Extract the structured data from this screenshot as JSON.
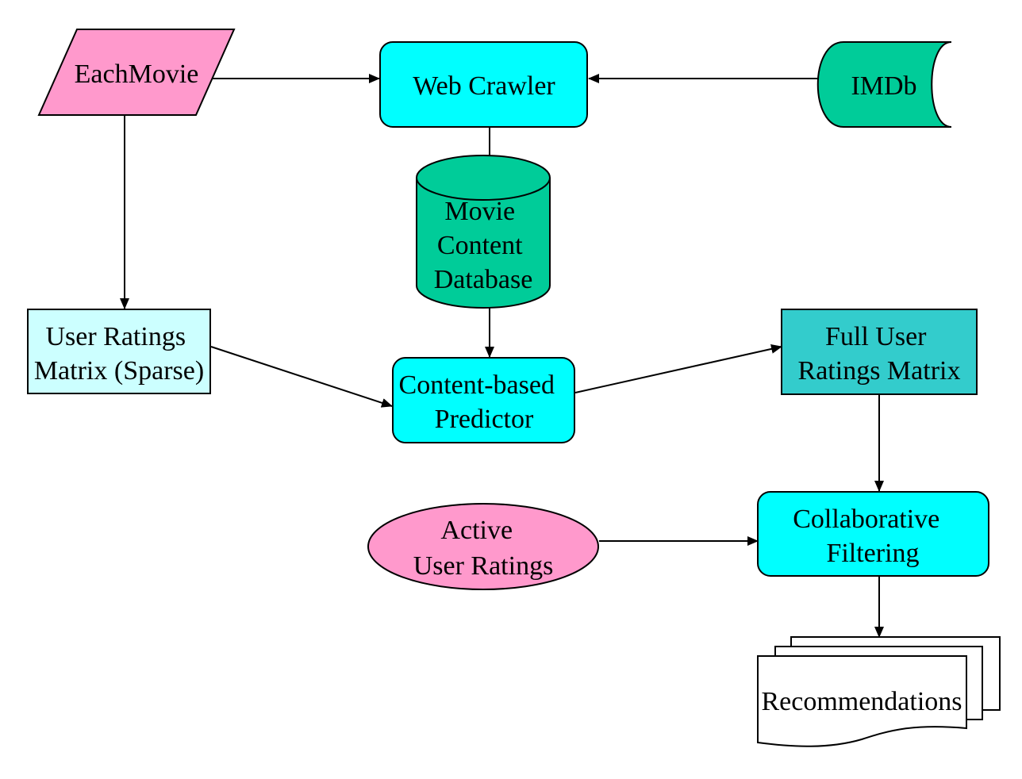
{
  "nodes": {
    "eachmovie": {
      "lines": [
        "EachMovie"
      ],
      "shape": "parallelogram",
      "fill": "#FF99CC"
    },
    "web_crawler": {
      "lines": [
        "Web Crawler"
      ],
      "shape": "rounded-rectangle",
      "fill": "#00FFFF"
    },
    "imdb": {
      "lines": [
        "IMDb"
      ],
      "shape": "stored-data",
      "fill": "#00CC99"
    },
    "movie_content_db": {
      "lines": [
        "Movie",
        "Content",
        "Database"
      ],
      "shape": "cylinder",
      "fill": "#00CC99"
    },
    "user_ratings_sparse": {
      "lines": [
        "User Ratings",
        "Matrix (Sparse)"
      ],
      "shape": "rectangle",
      "fill": "#CCFFFF"
    },
    "content_predictor": {
      "lines": [
        "Content-based",
        "Predictor"
      ],
      "shape": "rounded-rectangle",
      "fill": "#00FFFF"
    },
    "full_user_ratings": {
      "lines": [
        "Full User",
        "Ratings Matrix"
      ],
      "shape": "rectangle",
      "fill": "#33CCCC"
    },
    "active_user_ratings": {
      "lines": [
        "Active",
        "User Ratings"
      ],
      "shape": "ellipse",
      "fill": "#FF99CC"
    },
    "collaborative_filtering": {
      "lines": [
        "Collaborative",
        "Filtering"
      ],
      "shape": "rounded-rectangle",
      "fill": "#00FFFF"
    },
    "recommendations": {
      "lines": [
        "Recommendations"
      ],
      "shape": "multi-document",
      "fill": "#FFFFFF"
    }
  },
  "edges": [
    {
      "from": "eachmovie",
      "to": "web_crawler"
    },
    {
      "from": "imdb",
      "to": "web_crawler"
    },
    {
      "from": "web_crawler",
      "to": "movie_content_db"
    },
    {
      "from": "eachmovie",
      "to": "user_ratings_sparse"
    },
    {
      "from": "movie_content_db",
      "to": "content_predictor"
    },
    {
      "from": "user_ratings_sparse",
      "to": "content_predictor"
    },
    {
      "from": "content_predictor",
      "to": "full_user_ratings"
    },
    {
      "from": "full_user_ratings",
      "to": "collaborative_filtering"
    },
    {
      "from": "active_user_ratings",
      "to": "collaborative_filtering"
    },
    {
      "from": "collaborative_filtering",
      "to": "recommendations"
    }
  ]
}
